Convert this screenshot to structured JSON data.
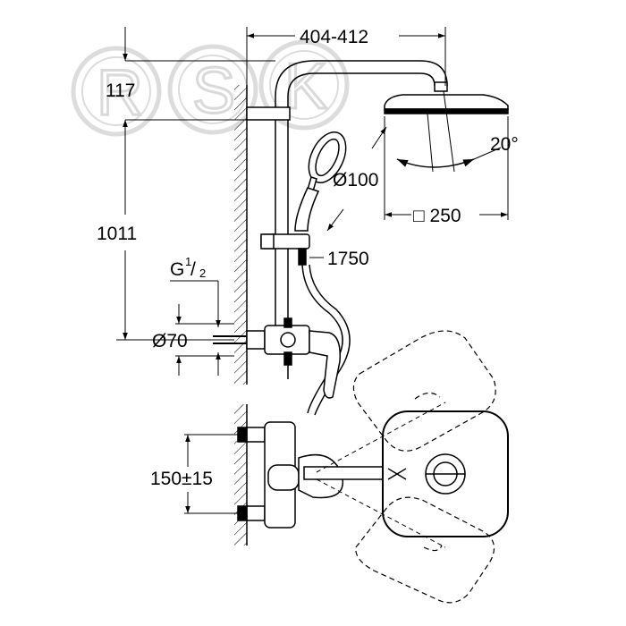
{
  "watermark": {
    "letters": [
      "R",
      "S",
      "K"
    ]
  },
  "dimensions": {
    "reach": "404-412",
    "arm_drop": "117",
    "height_outlet_to_arm": "1011",
    "thread_main": "G",
    "thread_num": "1",
    "thread_den": "2",
    "rosette_diameter": "Ø70",
    "hand_shower_diameter": "Ø100",
    "hose_length": "1750",
    "tilt_angle": "20°",
    "head_shower_size": "□ 250",
    "inlet_spacing": "150±15"
  }
}
